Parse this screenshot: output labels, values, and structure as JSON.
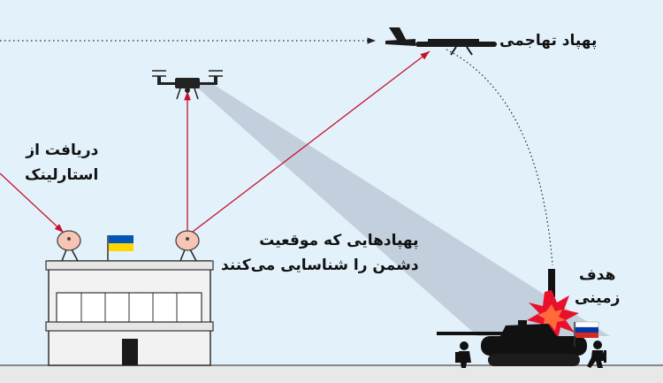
{
  "labels": {
    "attack_drone": "پهپاد تهاجمی",
    "starlink_line1": "دریافت از",
    "starlink_line2": "استارلینک",
    "recon_line1": "پهپادهایی که موقعیت",
    "recon_line2": "دشمن را شناسایی می‌کنند",
    "target_line1": "هدف",
    "target_line2": "زمینی"
  },
  "colors": {
    "sky": "#e3f1fb",
    "signal_line": "#c8102e",
    "camera_beam": "#aab2c4",
    "building": "#f2f2f2",
    "explosion": "#e8102a",
    "ukraine_blue": "#0057b7",
    "ukraine_yellow": "#ffd700",
    "russia_white": "#ffffff",
    "russia_blue": "#0039a6",
    "russia_red": "#d52b1e"
  },
  "icons": [
    "attack-drone-icon",
    "quadcopter-drone-icon",
    "satellite-dish-icon",
    "tank-icon",
    "soldier-icon",
    "explosion-icon",
    "ukraine-flag-icon",
    "russia-flag-icon"
  ]
}
